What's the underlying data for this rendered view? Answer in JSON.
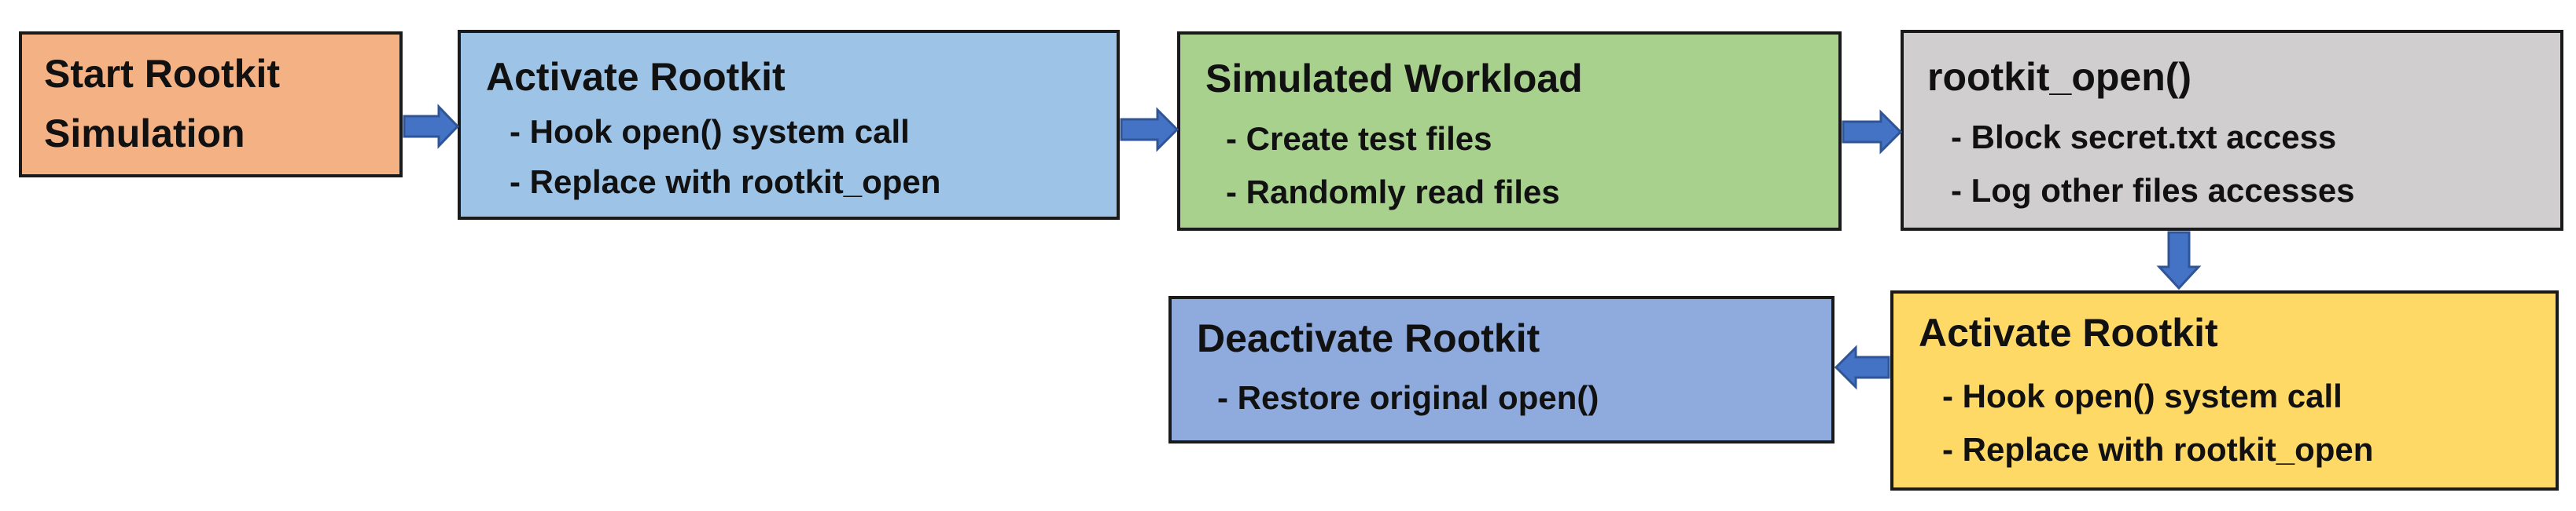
{
  "boxes": {
    "start": {
      "title_line1": "Start Rootkit",
      "title_line2": "Simulation",
      "color": "#F4B183"
    },
    "activate1": {
      "title": "Activate Rootkit",
      "items": [
        "- Hook open() system call",
        "- Replace with rootkit_open"
      ],
      "color": "#9DC3E6"
    },
    "workload": {
      "title": "Simulated Workload",
      "items": [
        "- Create test files",
        "- Randomly read files"
      ],
      "color": "#A9D18E"
    },
    "rootkit_open": {
      "title": "rootkit_open()",
      "items": [
        "- Block secret.txt access",
        "- Log other files accesses"
      ],
      "color": "#D0CECE"
    },
    "activate2": {
      "title": "Activate Rootkit",
      "items": [
        "- Hook open() system call",
        "- Replace with rootkit_open"
      ],
      "color": "#FFD966"
    },
    "deactivate": {
      "title": "Deactivate Rootkit",
      "items": [
        "- Restore original open()"
      ],
      "color": "#8FAADC"
    }
  },
  "arrow_color": "#4472C4"
}
